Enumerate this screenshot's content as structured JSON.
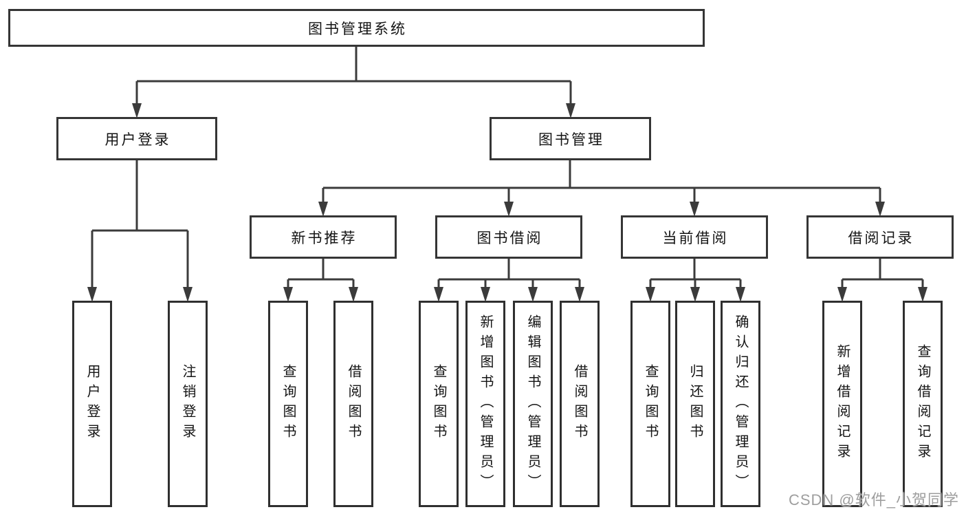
{
  "diagram": {
    "root": {
      "label": "图书管理系统"
    },
    "level2": [
      {
        "label": "用户登录"
      },
      {
        "label": "图书管理"
      }
    ],
    "level3": [
      {
        "label": "新书推荐"
      },
      {
        "label": "图书借阅"
      },
      {
        "label": "当前借阅"
      },
      {
        "label": "借阅记录"
      }
    ],
    "leaves": [
      {
        "label": "用户登录",
        "parent": "用户登录"
      },
      {
        "label": "注销登录",
        "parent": "用户登录"
      },
      {
        "label": "查询图书",
        "parent": "新书推荐"
      },
      {
        "label": "借阅图书",
        "parent": "新书推荐"
      },
      {
        "label": "查询图书",
        "parent": "图书借阅"
      },
      {
        "label": "新增图书（管理员）",
        "parent": "图书借阅"
      },
      {
        "label": "编辑图书（管理员）",
        "parent": "图书借阅"
      },
      {
        "label": "借阅图书",
        "parent": "图书借阅"
      },
      {
        "label": "查询图书",
        "parent": "当前借阅"
      },
      {
        "label": "归还图书",
        "parent": "当前借阅"
      },
      {
        "label": "确认归还（管理员）",
        "parent": "当前借阅"
      },
      {
        "label": "新增借阅记录",
        "parent": "借阅记录"
      },
      {
        "label": "查询借阅记录",
        "parent": "借阅记录"
      }
    ]
  },
  "watermark": {
    "text": "CSDN @软件_小贺同学"
  },
  "colors": {
    "line": "#3b3b3b",
    "box_border": "#2f2f2f",
    "text": "#141414",
    "watermark": "#9e9e9e",
    "background": "#ffffff"
  }
}
